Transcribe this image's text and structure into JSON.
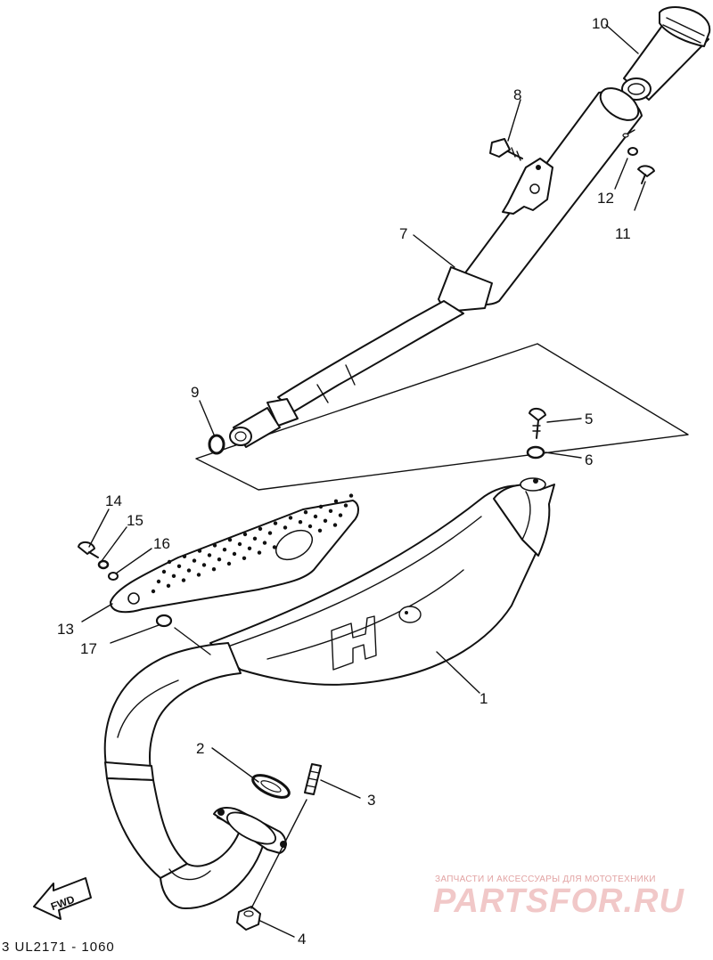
{
  "diagram": {
    "drawing_code": "3 UL2171 - 1060",
    "direction_marker": "FWD",
    "callouts": [
      "1",
      "2",
      "3",
      "4",
      "5",
      "6",
      "7",
      "8",
      "9",
      "10",
      "11",
      "12",
      "13",
      "14",
      "15",
      "16",
      "17"
    ]
  },
  "watermark": {
    "tagline": "ЗАПЧАСТИ И АКСЕССУАРЫ ДЛЯ МОТОТЕХНИКИ",
    "brand": "PARTSFOR.RU",
    "color": "#e8a0a0"
  }
}
